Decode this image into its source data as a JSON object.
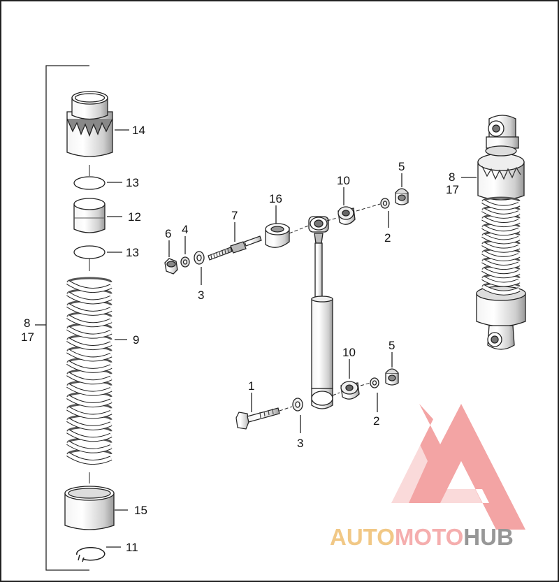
{
  "callouts": {
    "c1": "1",
    "c2a": "2",
    "c2b": "2",
    "c3a": "3",
    "c3b": "3",
    "c4": "4",
    "c5a": "5",
    "c5b": "5",
    "c6": "6",
    "c7": "7",
    "c8_left": "8",
    "c17_left": "17",
    "c8_right": "8",
    "c17_right": "17",
    "c9": "9",
    "c10a": "10",
    "c10b": "10",
    "c11": "11",
    "c12": "12",
    "c13a": "13",
    "c13b": "13",
    "c14": "14",
    "c15": "15",
    "c16": "16"
  },
  "watermark": {
    "part1": "AUTO",
    "part2": "MOTO",
    "part3": "HUB",
    "colors": {
      "auto": "#f0c37a",
      "moto": "#f4a6a6",
      "hub": "#8c8c8c",
      "logo": "#f29b9b"
    }
  }
}
